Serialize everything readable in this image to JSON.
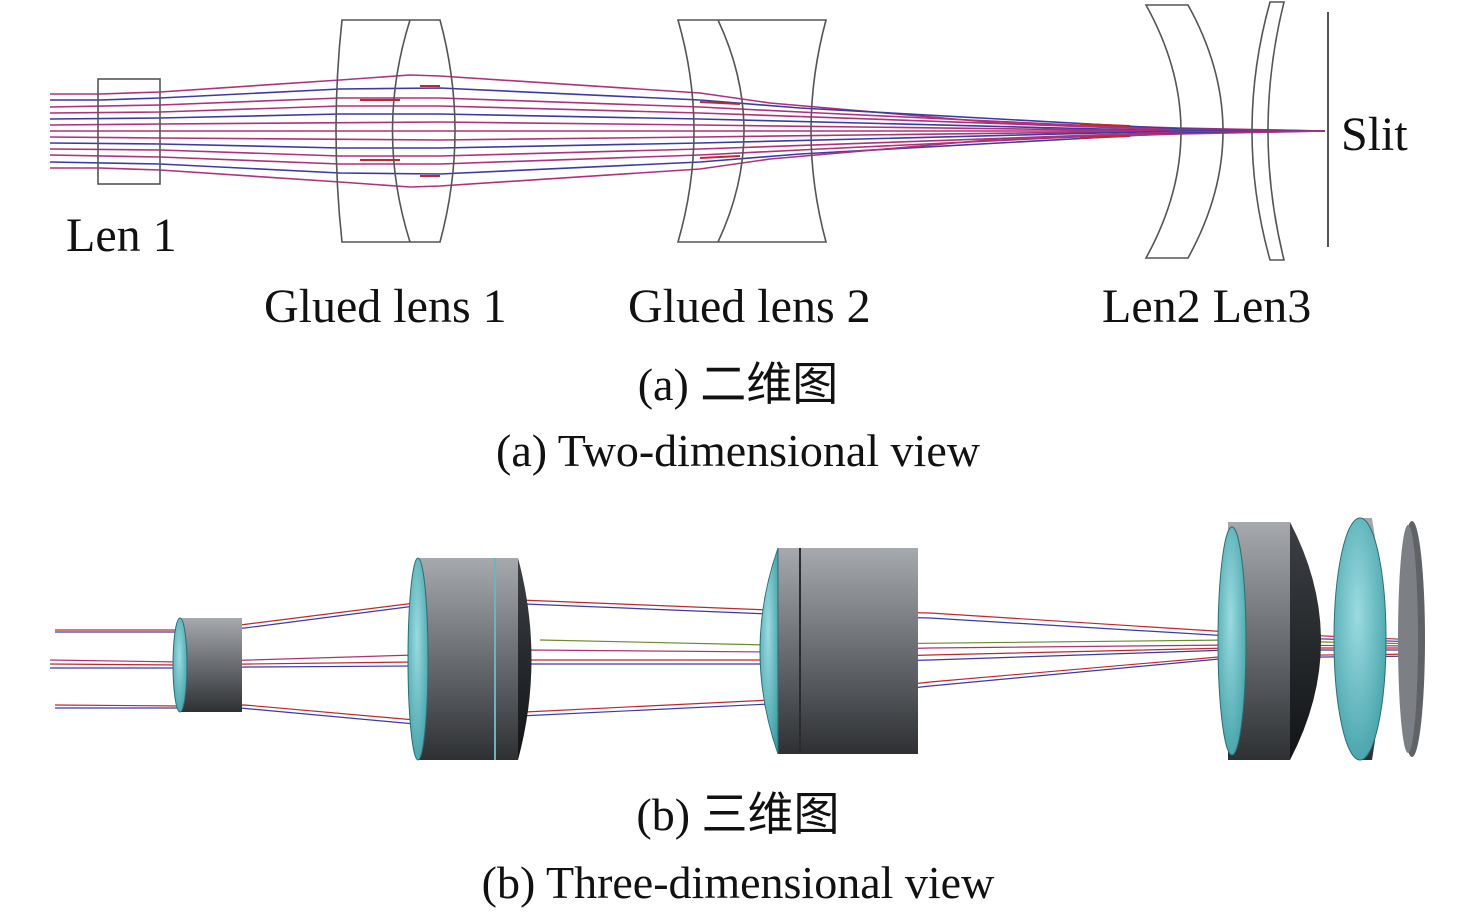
{
  "panel_a": {
    "labels": {
      "len1": "Len 1",
      "glued1": "Glued lens 1",
      "glued2": "Glued lens 2",
      "len23": "Len2 Len3",
      "slit": "Slit"
    },
    "caption_cn": "(a) 二维图",
    "caption_en": "(a) Two-dimensional view"
  },
  "panel_b": {
    "caption_cn": "(b) 三维图",
    "caption_en": "(b) Three-dimensional view"
  },
  "colors": {
    "ray_magenta": "#b0307a",
    "ray_blue": "#3a3aa8",
    "ray_red": "#c0282a",
    "lens_outline": "#555555",
    "barrel_gray": "#7a7d82",
    "glass_cyan": "#6fc3c8"
  }
}
